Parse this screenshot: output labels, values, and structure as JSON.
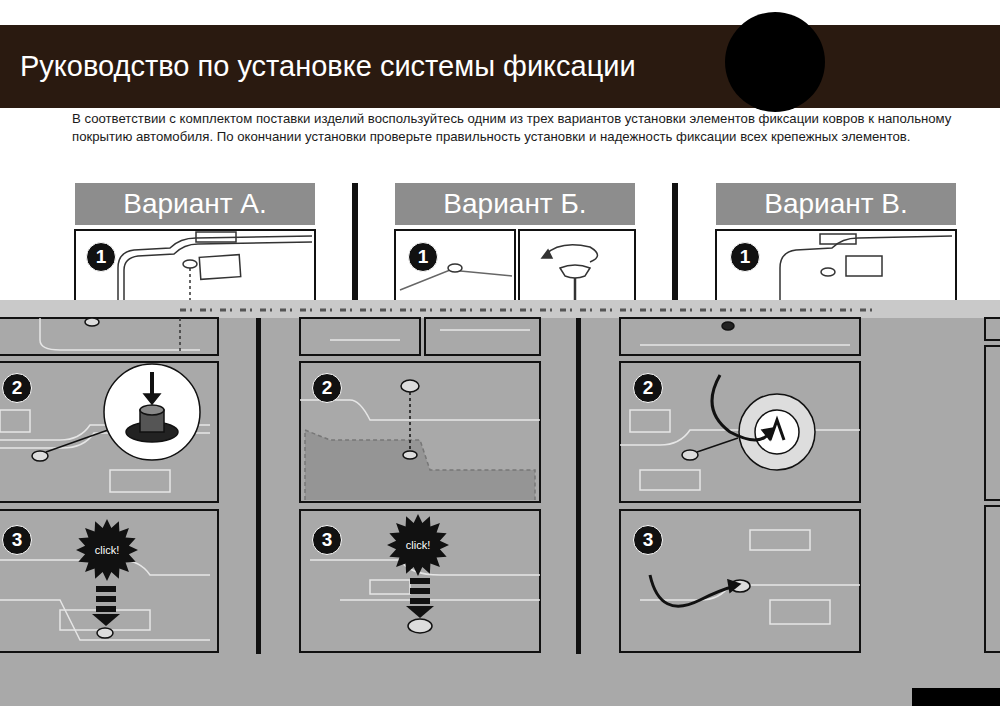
{
  "diagram": {
    "title": "Руководство по установке системы фиксации",
    "nodes": [
      {
        "text": [
          "Вариант А."
        ]
      },
      {
        "text": [
          "1"
        ]
      },
      {
        "text": [
          "2"
        ]
      },
      {
        "text": [
          "3"
        ]
      },
      {
        "text": [
          "click!"
        ]
      },
      {
        "text": [
          "Вариант Б."
        ]
      },
      {
        "text": [
          "1"
        ]
      },
      {
        "text": [
          "2"
        ]
      },
      {
        "text": [
          "3"
        ]
      },
      {
        "text": [
          "click!"
        ]
      },
      {
        "text": [
          "Вариант В."
        ]
      },
      {
        "text": [
          "1"
        ]
      },
      {
        "text": [
          "2"
        ]
      },
      {
        "text": [
          "3"
        ]
      }
    ],
    "labels": [
      "В соответствии с комплектом поставки изделий воспользуйтесь одним из трех вариантов установки элементов фиксации ковров к напольному покрытию автомобиля. По окончании установки проверьте правильность установки и надежность фиксации всех крепежных элементов."
    ]
  }
}
